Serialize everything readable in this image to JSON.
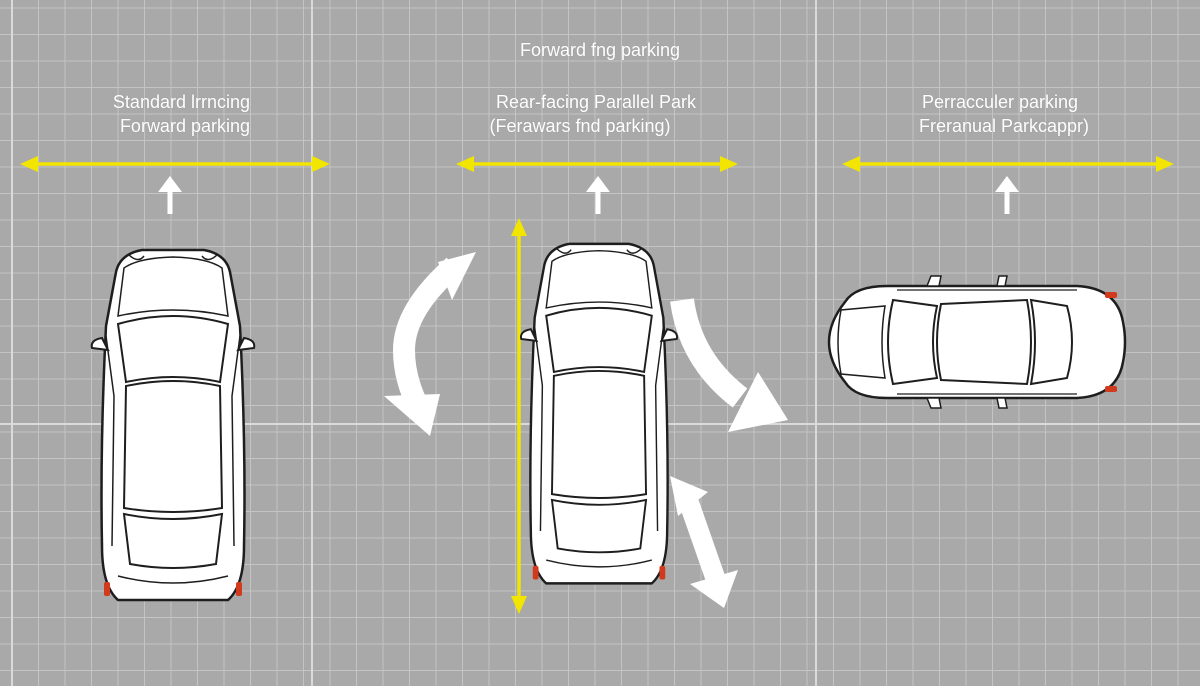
{
  "colors": {
    "background": "#a9a9a9",
    "grid_minor": "#c4c4c4",
    "grid_major": "#dadada",
    "guide_yellow": "#f2e600",
    "arrow_white": "#ffffff",
    "car_outline": "#1e1e1e",
    "car_body": "#ffffff",
    "tail_light": "#d23a1e"
  },
  "header": {
    "title": "Forward fng parking"
  },
  "panels": [
    {
      "id": "left",
      "label_line1": "Standard lrrncing",
      "label_line2": "Forward parking",
      "icons": [
        "yellow-double-arrow-icon",
        "up-arrow-icon",
        "car-top-view-icon"
      ]
    },
    {
      "id": "middle",
      "label_line1": "Rear-facing Parallel Park",
      "label_line2": "(Ferawars fnd parking)",
      "icons": [
        "yellow-double-arrow-icon",
        "up-arrow-icon",
        "curved-double-arrow-icon",
        "yellow-vertical-arrow-icon",
        "car-top-view-icon",
        "curved-arrow-icon",
        "diagonal-double-arrow-icon"
      ]
    },
    {
      "id": "right",
      "label_line1": "Perracculer parking",
      "label_line2": "Freranual Parkcappr)",
      "icons": [
        "yellow-double-arrow-icon",
        "up-arrow-icon",
        "car-side-view-icon"
      ]
    }
  ]
}
